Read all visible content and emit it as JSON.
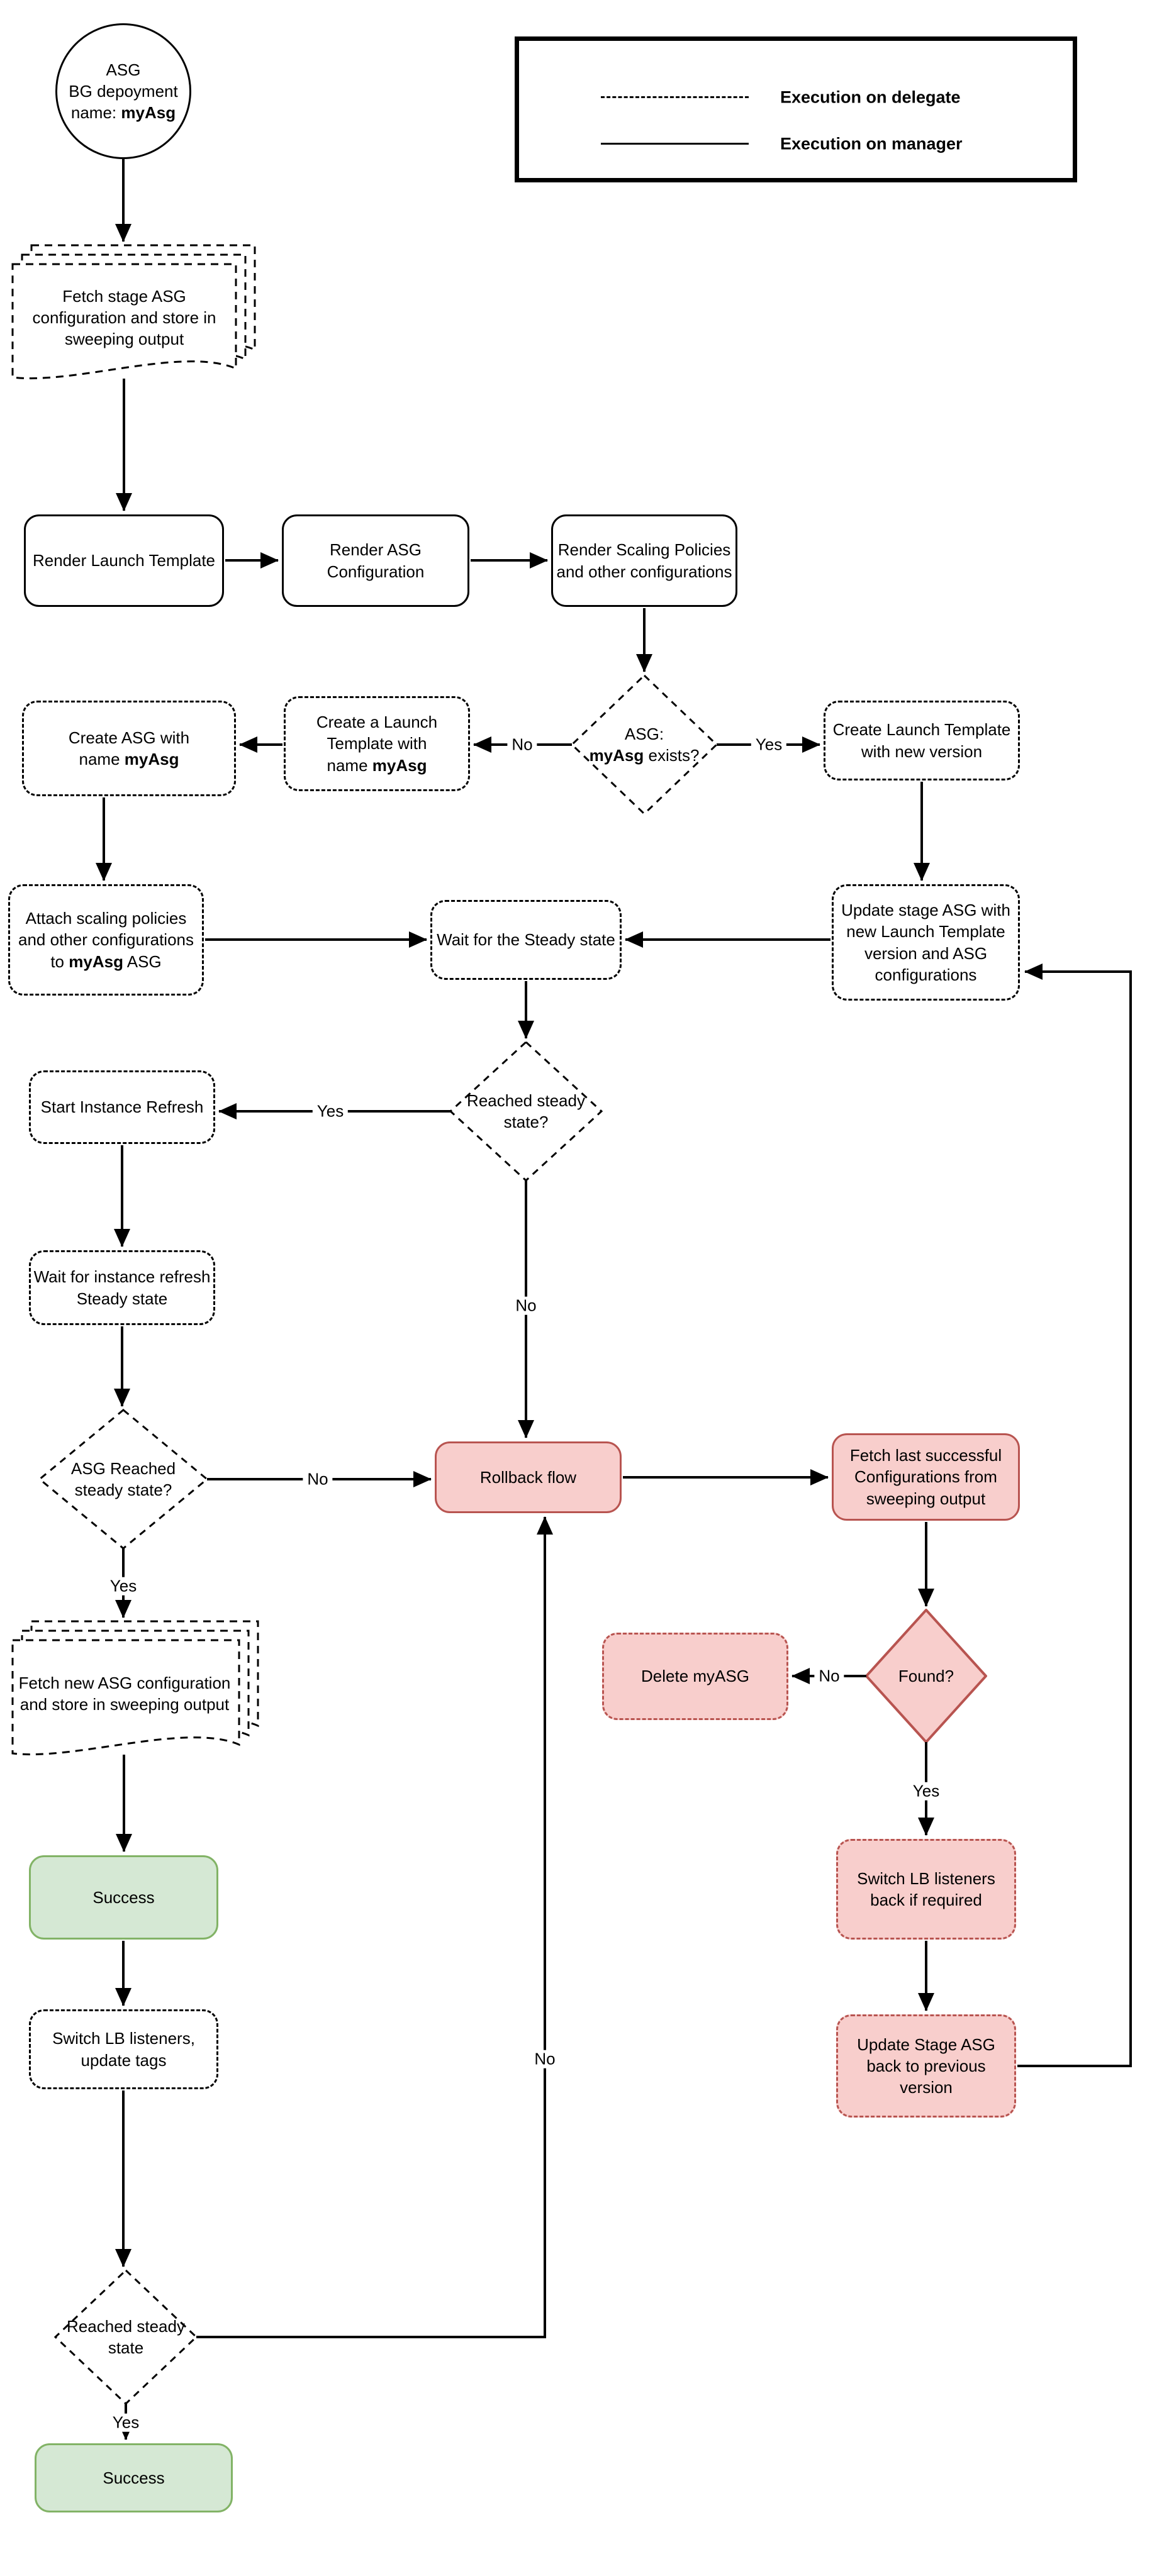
{
  "diagram": {
    "type": "flowchart",
    "colors": {
      "line": "#000000",
      "box_border": "#000000",
      "danger_fill": "#f8cecc",
      "danger_border": "#b85450",
      "success_fill": "#d5e8d4",
      "success_border": "#82b366",
      "background": "#ffffff"
    },
    "legend": {
      "items": [
        {
          "line_style": "dashed",
          "label": "Execution on delegate"
        },
        {
          "line_style": "solid",
          "label": "Execution on manager"
        }
      ]
    },
    "nodes": {
      "start": {
        "lines": [
          [
            "ASG"
          ],
          [
            "BG depoyment"
          ],
          [
            "name: ",
            {
              "b": "myAsg"
            }
          ]
        ]
      },
      "fetch_stage": {
        "label": "Fetch stage ASG configuration and store in sweeping output"
      },
      "render_launch": {
        "label": "Render Launch Template"
      },
      "render_asg": {
        "label": "Render ASG Configuration"
      },
      "render_scaling": {
        "label": "Render Scaling Policies and other configurations"
      },
      "asg_exists": {
        "lines": [
          [
            "ASG:"
          ],
          [
            {
              "b": "myAsg"
            },
            " exists?"
          ]
        ]
      },
      "create_launch_myasg": {
        "lines": [
          [
            "Create a Launch"
          ],
          [
            "Template with"
          ],
          [
            "name ",
            {
              "b": "myAsg"
            }
          ]
        ]
      },
      "create_asg": {
        "lines": [
          [
            "Create ASG with"
          ],
          [
            "name ",
            {
              "b": "myAsg"
            }
          ]
        ]
      },
      "create_launch_new": {
        "label": "Create Launch Template with new version"
      },
      "attach_scaling": {
        "lines": [
          [
            "Attach scaling policies"
          ],
          [
            "and other configurations"
          ],
          [
            "to ",
            {
              "b": "myAsg"
            },
            " ASG"
          ]
        ]
      },
      "wait_steady": {
        "label": "Wait for the Steady state"
      },
      "update_stage": {
        "label": "Update stage ASG with new Launch Template version and ASG configurations"
      },
      "start_refresh": {
        "label": "Start Instance Refresh"
      },
      "reached_steady_q": {
        "label": "Reached steady state?"
      },
      "wait_refresh": {
        "label": "Wait for instance refresh Steady state"
      },
      "asg_reached_q": {
        "label": "ASG Reached steady state?"
      },
      "rollback": {
        "label": "Rollback flow"
      },
      "fetch_last": {
        "label": "Fetch last successful Configurations from sweeping output"
      },
      "delete_myasg": {
        "label": "Delete myASG"
      },
      "found_q": {
        "label": "Found?"
      },
      "fetch_new": {
        "label": "Fetch new ASG configuration and store in sweeping output"
      },
      "success_mid": {
        "label": "Success"
      },
      "switch_lb_tags": {
        "label": "Switch LB listeners, update tags"
      },
      "switch_lb_back": {
        "label": "Switch LB listeners back if required"
      },
      "update_stage_back": {
        "label": "Update Stage ASG back to previous version"
      },
      "reached_steady_final": {
        "label": "Reached steady state"
      },
      "success_final": {
        "label": "Success"
      }
    },
    "edge_labels": {
      "asg_exists_no": "No",
      "asg_exists_yes": "Yes",
      "reached_steady_yes": "Yes",
      "reached_steady_no": "No",
      "asg_reached_no": "No",
      "asg_reached_yes": "Yes",
      "found_no": "No",
      "found_yes": "Yes",
      "final_no": "No",
      "final_yes": "Yes"
    }
  }
}
